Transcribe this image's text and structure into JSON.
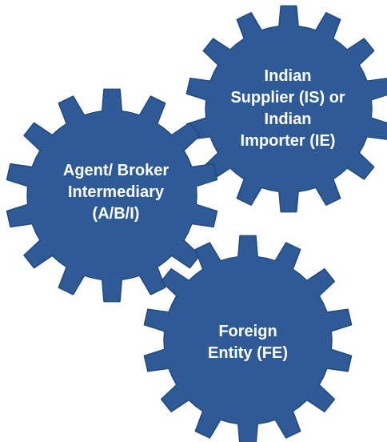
{
  "gear_color": "#2E5A96",
  "gear_stroke": "#24497c",
  "text_color": "#ffffff",
  "gears": [
    {
      "id": "indian-supplier-importer",
      "lines": [
        "Indian",
        "Supplier (IS) or",
        "Indian",
        "Importer (IE)"
      ]
    },
    {
      "id": "agent-broker-intermediary",
      "lines": [
        "Agent/ Broker",
        "Intermediary",
        "(A/B/I)"
      ]
    },
    {
      "id": "foreign-entity",
      "lines": [
        "Foreign",
        "Entity (FE)"
      ]
    }
  ]
}
